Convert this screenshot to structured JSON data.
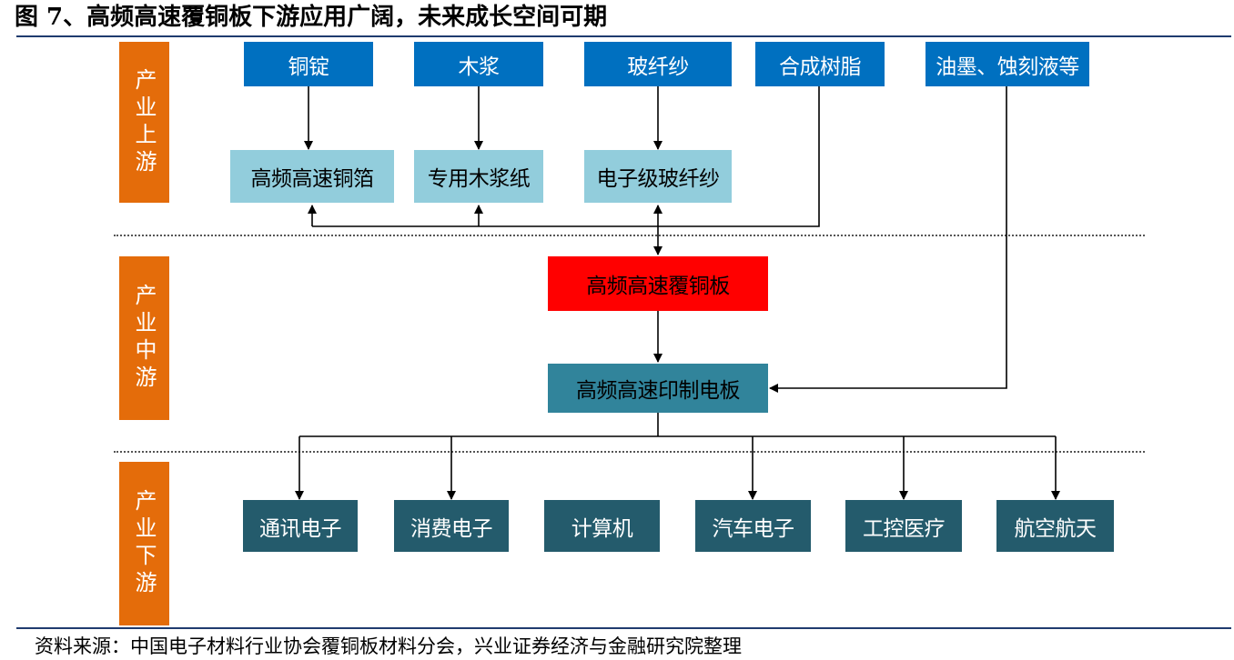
{
  "title": "图 7、高频高速覆铜板下游应用广阔，未来成长空间可期",
  "source": "资料来源：中国电子材料行业协会覆铜板材料分会，兴业证券经济与金融研究院整理",
  "stages": {
    "upstream": "产业上游",
    "midstream": "产业中游",
    "downstream": "产业下游"
  },
  "raw_materials": [
    "铜锭",
    "木浆",
    "玻纤纱",
    "合成树脂",
    "油墨、蚀刻液等"
  ],
  "materials": [
    "高频高速铜箔",
    "专用木浆纸",
    "电子级玻纤纱"
  ],
  "ccl": "高频高速覆铜板",
  "pcb": "高频高速印制电板",
  "applications": [
    "通讯电子",
    "消费电子",
    "计算机",
    "汽车电子",
    "工控医疗",
    "航空航天"
  ],
  "colors": {
    "stage": "#e46c0a",
    "raw_material": "#0070c0",
    "material": "#92cddc",
    "ccl": "#ff0000",
    "pcb": "#31849b",
    "application": "#245b6c"
  }
}
